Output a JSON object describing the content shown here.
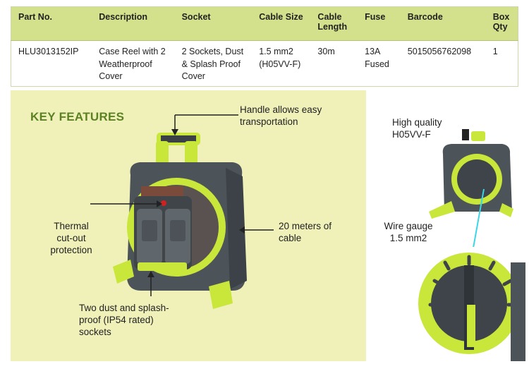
{
  "table": {
    "headers": [
      "Part No.",
      "Description",
      "Socket",
      "Cable Size",
      "Cable Length",
      "Fuse",
      "Barcode",
      "Box Qty"
    ],
    "row": [
      "HLU3013152IP",
      "Case Reel with 2 Weatherproof Cover",
      "2 Sockets, Dust & Splash Proof Cover",
      "1.5 mm2 (H05VV-F)",
      "30m",
      "13A Fused",
      "5015056762098",
      "1"
    ]
  },
  "features": {
    "title": "KEY FEATURES",
    "handle": "Handle allows easy transportation",
    "thermal": "Thermal cut-out protection",
    "cable": "20 meters of cable",
    "sockets": "Two dust and splash-proof (IP54 rated) sockets"
  },
  "side": {
    "quality": "High quality H05VV-F",
    "gauge": "Wire gauge 1.5 mm2"
  },
  "colors": {
    "header_bg": "#d3e08c",
    "panel_bg": "#f0f1b9",
    "title": "#5b8222",
    "lime": "#c9e63a",
    "body": "#4a5258"
  }
}
